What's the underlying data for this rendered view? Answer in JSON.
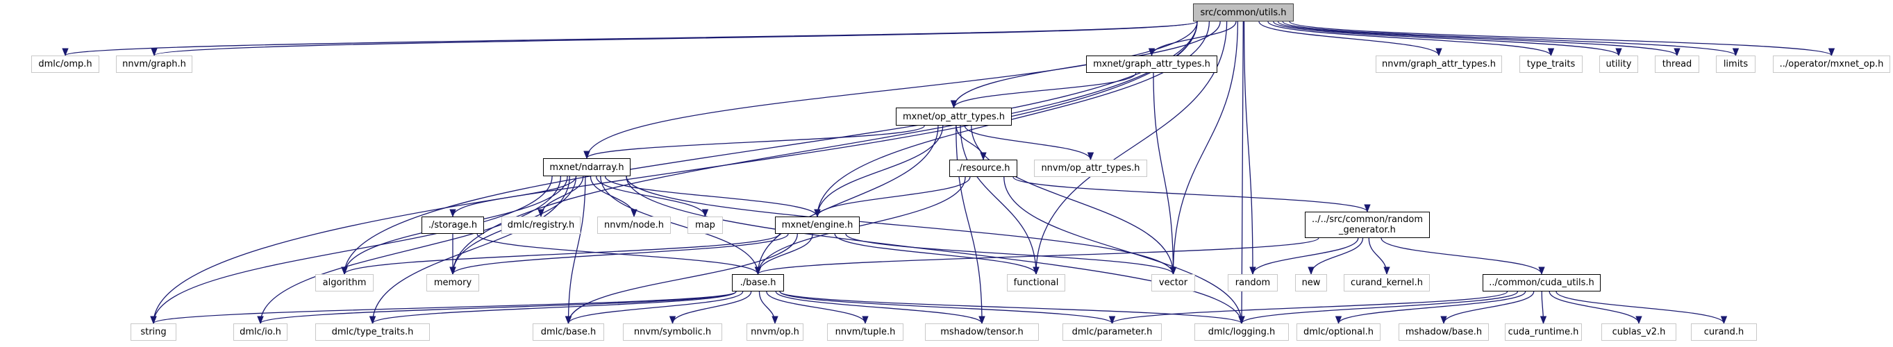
{
  "title": "src/common/utils.h",
  "colors": {
    "edge": "#191970",
    "root_fill": "#bfbfbf",
    "external_border": "#c8c8c8",
    "internal_border": "#000000"
  },
  "nodes": [
    {
      "id": "utils",
      "label": "src/common/utils.h",
      "kind": "root"
    },
    {
      "id": "omp",
      "label": "dmlc/omp.h",
      "kind": "ext"
    },
    {
      "id": "nnvm_graph",
      "label": "nnvm/graph.h",
      "kind": "ext"
    },
    {
      "id": "mx_graph_attr",
      "label": "mxnet/graph_attr_types.h",
      "kind": "int"
    },
    {
      "id": "nnvm_graph_attr",
      "label": "nnvm/graph_attr_types.h",
      "kind": "ext"
    },
    {
      "id": "type_traits",
      "label": "type_traits",
      "kind": "ext"
    },
    {
      "id": "utility",
      "label": "utility",
      "kind": "ext"
    },
    {
      "id": "thread",
      "label": "thread",
      "kind": "ext"
    },
    {
      "id": "limits",
      "label": "limits",
      "kind": "ext"
    },
    {
      "id": "mxnet_op",
      "label": "../operator/mxnet_op.h",
      "kind": "ext"
    },
    {
      "id": "op_attr",
      "label": "mxnet/op_attr_types.h",
      "kind": "int"
    },
    {
      "id": "ndarray",
      "label": "mxnet/ndarray.h",
      "kind": "int"
    },
    {
      "id": "resource",
      "label": "./resource.h",
      "kind": "int"
    },
    {
      "id": "nnvm_op_attr",
      "label": "nnvm/op_attr_types.h",
      "kind": "ext"
    },
    {
      "id": "storage",
      "label": "./storage.h",
      "kind": "int"
    },
    {
      "id": "registry",
      "label": "dmlc/registry.h",
      "kind": "ext"
    },
    {
      "id": "node",
      "label": "nnvm/node.h",
      "kind": "ext"
    },
    {
      "id": "map",
      "label": "map",
      "kind": "ext"
    },
    {
      "id": "engine",
      "label": "mxnet/engine.h",
      "kind": "int"
    },
    {
      "id": "random_gen",
      "label": "../../src/common/random\n_generator.h",
      "kind": "int"
    },
    {
      "id": "algorithm",
      "label": "algorithm",
      "kind": "ext"
    },
    {
      "id": "memory",
      "label": "memory",
      "kind": "ext"
    },
    {
      "id": "base",
      "label": "./base.h",
      "kind": "int"
    },
    {
      "id": "functional",
      "label": "functional",
      "kind": "ext"
    },
    {
      "id": "vector",
      "label": "vector",
      "kind": "ext"
    },
    {
      "id": "random",
      "label": "random",
      "kind": "ext"
    },
    {
      "id": "new",
      "label": "new",
      "kind": "ext"
    },
    {
      "id": "curand_kernel",
      "label": "curand_kernel.h",
      "kind": "ext"
    },
    {
      "id": "cuda_utils",
      "label": "../common/cuda_utils.h",
      "kind": "int"
    },
    {
      "id": "string",
      "label": "string",
      "kind": "ext"
    },
    {
      "id": "dmlc_io",
      "label": "dmlc/io.h",
      "kind": "ext"
    },
    {
      "id": "dmlc_type_traits",
      "label": "dmlc/type_traits.h",
      "kind": "ext"
    },
    {
      "id": "dmlc_base",
      "label": "dmlc/base.h",
      "kind": "ext"
    },
    {
      "id": "symbolic",
      "label": "nnvm/symbolic.h",
      "kind": "ext"
    },
    {
      "id": "nnvm_op",
      "label": "nnvm/op.h",
      "kind": "ext"
    },
    {
      "id": "tuple",
      "label": "nnvm/tuple.h",
      "kind": "ext"
    },
    {
      "id": "tensor",
      "label": "mshadow/tensor.h",
      "kind": "ext"
    },
    {
      "id": "parameter",
      "label": "dmlc/parameter.h",
      "kind": "ext"
    },
    {
      "id": "logging",
      "label": "dmlc/logging.h",
      "kind": "ext"
    },
    {
      "id": "optional",
      "label": "dmlc/optional.h",
      "kind": "ext"
    },
    {
      "id": "mshadow_base",
      "label": "mshadow/base.h",
      "kind": "ext"
    },
    {
      "id": "cuda_runtime",
      "label": "cuda_runtime.h",
      "kind": "ext"
    },
    {
      "id": "cublas",
      "label": "cublas_v2.h",
      "kind": "ext"
    },
    {
      "id": "curand",
      "label": "curand.h",
      "kind": "ext"
    }
  ],
  "edges": [
    [
      "utils",
      "omp"
    ],
    [
      "utils",
      "nnvm_graph"
    ],
    [
      "utils",
      "mx_graph_attr"
    ],
    [
      "utils",
      "nnvm_graph_attr"
    ],
    [
      "utils",
      "type_traits"
    ],
    [
      "utils",
      "utility"
    ],
    [
      "utils",
      "thread"
    ],
    [
      "utils",
      "limits"
    ],
    [
      "utils",
      "mxnet_op"
    ],
    [
      "utils",
      "op_attr"
    ],
    [
      "utils",
      "ndarray"
    ],
    [
      "utils",
      "engine"
    ],
    [
      "utils",
      "string"
    ],
    [
      "utils",
      "algorithm"
    ],
    [
      "utils",
      "memory"
    ],
    [
      "utils",
      "functional"
    ],
    [
      "utils",
      "vector"
    ],
    [
      "utils",
      "random"
    ],
    [
      "utils",
      "logging"
    ],
    [
      "mx_graph_attr",
      "op_attr"
    ],
    [
      "mx_graph_attr",
      "vector"
    ],
    [
      "op_attr",
      "ndarray"
    ],
    [
      "op_attr",
      "resource"
    ],
    [
      "op_attr",
      "nnvm_op_attr"
    ],
    [
      "op_attr",
      "engine"
    ],
    [
      "op_attr",
      "base"
    ],
    [
      "op_attr",
      "functional"
    ],
    [
      "op_attr",
      "vector"
    ],
    [
      "op_attr",
      "tensor"
    ],
    [
      "ndarray",
      "storage"
    ],
    [
      "ndarray",
      "registry"
    ],
    [
      "ndarray",
      "node"
    ],
    [
      "ndarray",
      "map"
    ],
    [
      "ndarray",
      "engine"
    ],
    [
      "ndarray",
      "algorithm"
    ],
    [
      "ndarray",
      "memory"
    ],
    [
      "ndarray",
      "base"
    ],
    [
      "ndarray",
      "vector"
    ],
    [
      "ndarray",
      "string"
    ],
    [
      "ndarray",
      "dmlc_io"
    ],
    [
      "ndarray",
      "dmlc_type_traits"
    ],
    [
      "ndarray",
      "dmlc_base"
    ],
    [
      "ndarray",
      "logging"
    ],
    [
      "resource",
      "engine"
    ],
    [
      "resource",
      "base"
    ],
    [
      "resource",
      "random_gen"
    ],
    [
      "resource",
      "logging"
    ],
    [
      "storage",
      "memory"
    ],
    [
      "storage",
      "base"
    ],
    [
      "engine",
      "algorithm"
    ],
    [
      "engine",
      "memory"
    ],
    [
      "engine",
      "base"
    ],
    [
      "engine",
      "functional"
    ],
    [
      "engine",
      "vector"
    ],
    [
      "engine",
      "dmlc_base"
    ],
    [
      "random_gen",
      "base"
    ],
    [
      "random_gen",
      "random"
    ],
    [
      "random_gen",
      "new"
    ],
    [
      "random_gen",
      "curand_kernel"
    ],
    [
      "random_gen",
      "cuda_utils"
    ],
    [
      "base",
      "string"
    ],
    [
      "base",
      "dmlc_io"
    ],
    [
      "base",
      "dmlc_type_traits"
    ],
    [
      "base",
      "dmlc_base"
    ],
    [
      "base",
      "symbolic"
    ],
    [
      "base",
      "nnvm_op"
    ],
    [
      "base",
      "tuple"
    ],
    [
      "base",
      "tensor"
    ],
    [
      "base",
      "parameter"
    ],
    [
      "base",
      "logging"
    ],
    [
      "cuda_utils",
      "parameter"
    ],
    [
      "cuda_utils",
      "logging"
    ],
    [
      "cuda_utils",
      "optional"
    ],
    [
      "cuda_utils",
      "mshadow_base"
    ],
    [
      "cuda_utils",
      "cuda_runtime"
    ],
    [
      "cuda_utils",
      "cublas"
    ],
    [
      "cuda_utils",
      "curand"
    ]
  ]
}
